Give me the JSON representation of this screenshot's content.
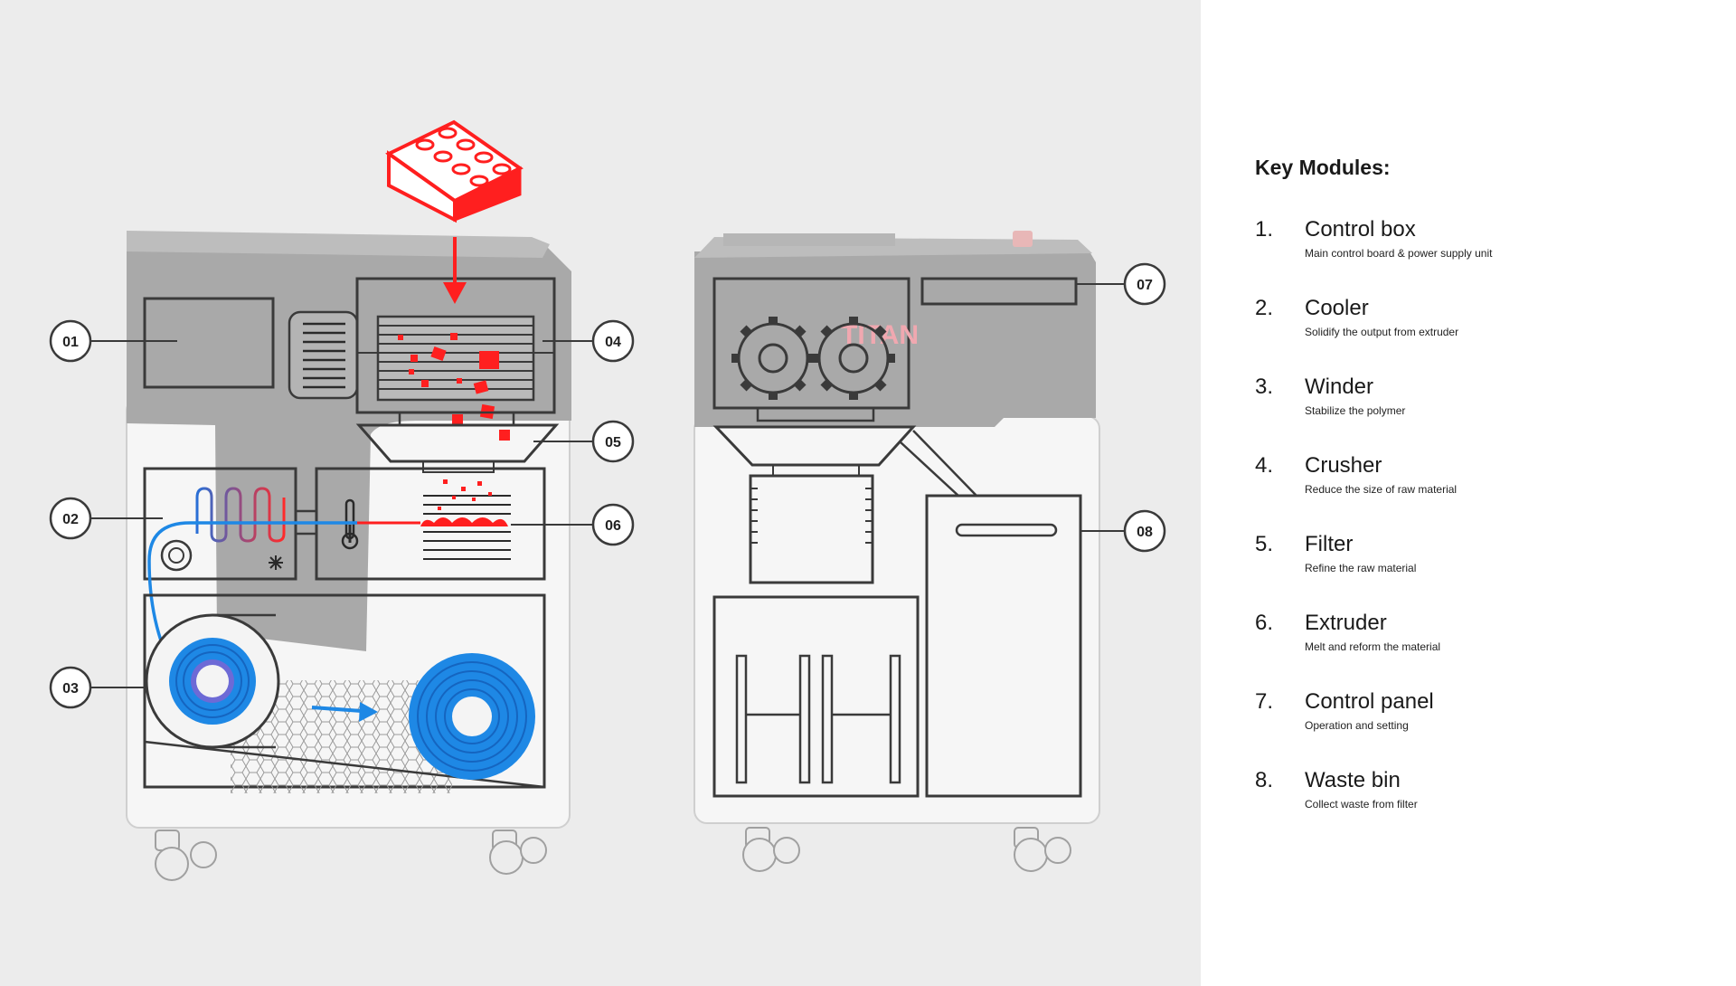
{
  "colors": {
    "panel_bg": "#ececec",
    "machine_top": "#a9a9a9",
    "machine_body": "#f4f4f4",
    "outline": "#3a3a3a",
    "accent_red": "#ff1f1f",
    "accent_blue": "#1e88e5"
  },
  "diagram": {
    "brand_text": "TITAN",
    "callouts": [
      "01",
      "02",
      "03",
      "04",
      "05",
      "06",
      "07",
      "08"
    ],
    "icons": [
      "brick-icon",
      "gear-icon",
      "spool-icon",
      "thermometer-icon",
      "snowflake-icon",
      "arrow-icon"
    ]
  },
  "legend": {
    "title": "Key Modules:",
    "items": [
      {
        "num": "1.",
        "name": "Control box",
        "desc": "Main control board & power supply unit"
      },
      {
        "num": "2.",
        "name": "Cooler",
        "desc": "Solidify the output from extruder"
      },
      {
        "num": "3.",
        "name": "Winder",
        "desc": "Stabilize the polymer"
      },
      {
        "num": "4.",
        "name": "Crusher",
        "desc": "Reduce the size of raw material"
      },
      {
        "num": "5.",
        "name": "Filter",
        "desc": "Refine the raw material"
      },
      {
        "num": "6.",
        "name": "Extruder",
        "desc": "Melt and reform the material"
      },
      {
        "num": "7.",
        "name": "Control panel",
        "desc": "Operation and setting"
      },
      {
        "num": "8.",
        "name": "Waste bin",
        "desc": "Collect waste from filter"
      }
    ]
  }
}
